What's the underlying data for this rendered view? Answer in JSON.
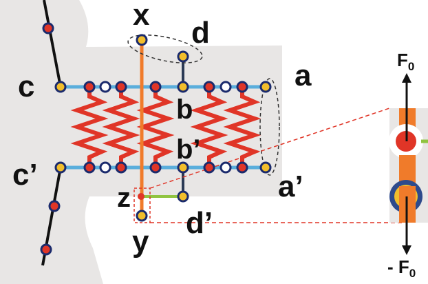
{
  "labels": {
    "x": "x",
    "d": "d",
    "a": "a",
    "c": "c",
    "b": "b",
    "b_prime": "b’",
    "c_prime": "c’",
    "a_prime": "a’",
    "z": "z",
    "d_prime": "d’",
    "y": "y",
    "force_top": "F",
    "force_top_sub": "0",
    "force_bottom": "- F",
    "force_bottom_sub": "0"
  },
  "colors": {
    "background": "#ffffff",
    "membrane": "#e8e6e5",
    "filament": "#5aaedc",
    "spring": "#e03527",
    "node_blue_fill": "#ffffff",
    "node_red_fill": "#e03527",
    "node_gold_fill": "#f2be2c",
    "node_outline": "#1a2a6c",
    "tether_orange": "#f07b2a",
    "link_green": "#90c441",
    "link_dark": "#2b3a55",
    "chain_black": "#111111",
    "dashed_red": "#e03527",
    "dashed_grey": "#333333"
  }
}
